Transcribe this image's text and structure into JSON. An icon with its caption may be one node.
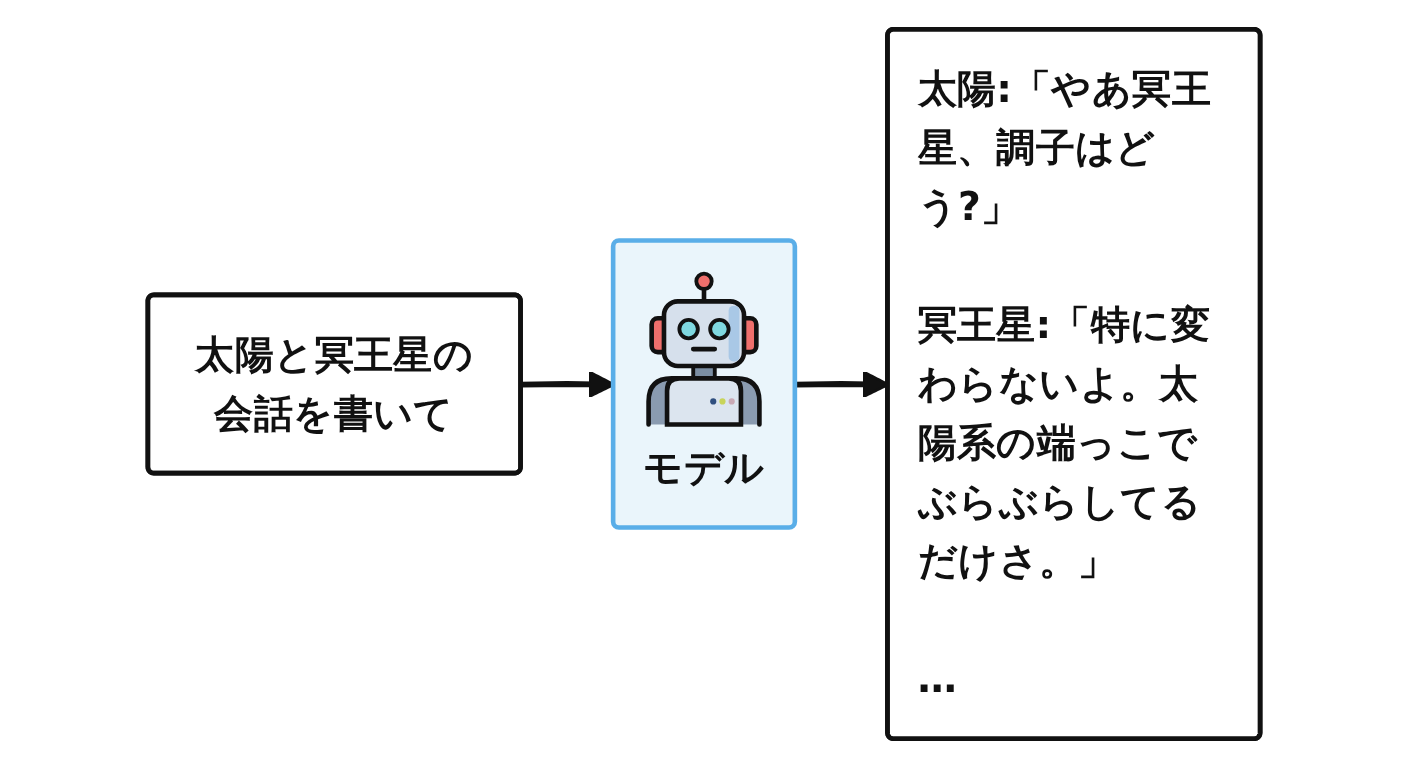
{
  "diagram": {
    "nodes": [
      {
        "text": [
          "太陽と冥王星の会話を書いて"
        ]
      },
      {
        "text": [
          "モデル"
        ]
      },
      {
        "text": [
          "太陽:「やあ冥王星、調子はどう?」",
          "冥王星:「特に変わらないよ。太陽系の端っこでぶらぶらしてるだけさ。」",
          "…"
        ]
      }
    ],
    "edges": [
      {
        "from": 0,
        "to": 1,
        "arrow": "to"
      },
      {
        "from": 1,
        "to": 2,
        "arrow": "to"
      }
    ]
  }
}
